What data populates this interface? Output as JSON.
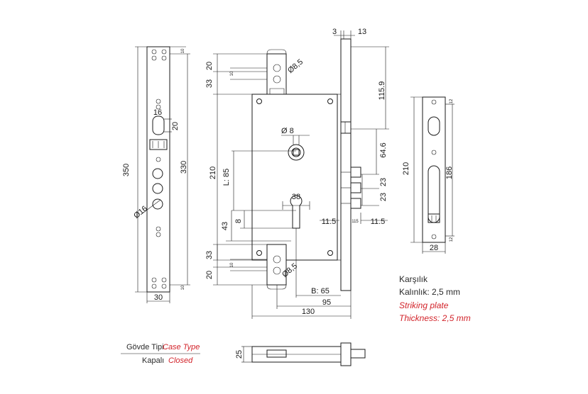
{
  "colors": {
    "line": "#1a1a1a",
    "accent": "#d2232a",
    "text": "#2a2a2a"
  },
  "front_plate": {
    "height": "350",
    "holes_height": "330",
    "width": "30",
    "slot_w": "16",
    "slot_h": "20",
    "hole_dia": "Ø16",
    "top_small": "10",
    "bottom_small": "10"
  },
  "case_view": {
    "top_3": "3",
    "top_13": "13",
    "h_115_9": "115.9",
    "h_64_6": "64.6",
    "h_23a": "23",
    "h_23b": "23",
    "h_11_5a": "11.5",
    "h_11_5b": "11.5",
    "h_115_small": "115",
    "s20_top": "20",
    "s33_top": "33",
    "s10_top": "10",
    "d8_5_top": "Ø8,5",
    "h210": "210",
    "l85": "L: 85",
    "d8": "Ø 8",
    "w38": "38",
    "h43": "43",
    "h8": "8",
    "s33_bot": "33",
    "s20_bot": "20",
    "s10_bot": "10",
    "d8_5_bot": "Ø8,5",
    "b65": "B: 65",
    "w95": "95",
    "w130": "130"
  },
  "striking_plate": {
    "height": "210",
    "slot_h": "186",
    "width": "28",
    "top_12": "12",
    "bottom_12": "12"
  },
  "notes": {
    "karsilik": "Karşılık",
    "kalinlik": "Kalınlık: 2,5 mm",
    "striking": "Striking plate",
    "thickness": "Thickness: 2,5 mm"
  },
  "legend": {
    "govde_tr": "Gövde Tipi",
    "govde_en": "Case Type",
    "kapali_tr": "Kapalı",
    "kapali_en": "Closed"
  },
  "top_view": {
    "h25": "25"
  }
}
